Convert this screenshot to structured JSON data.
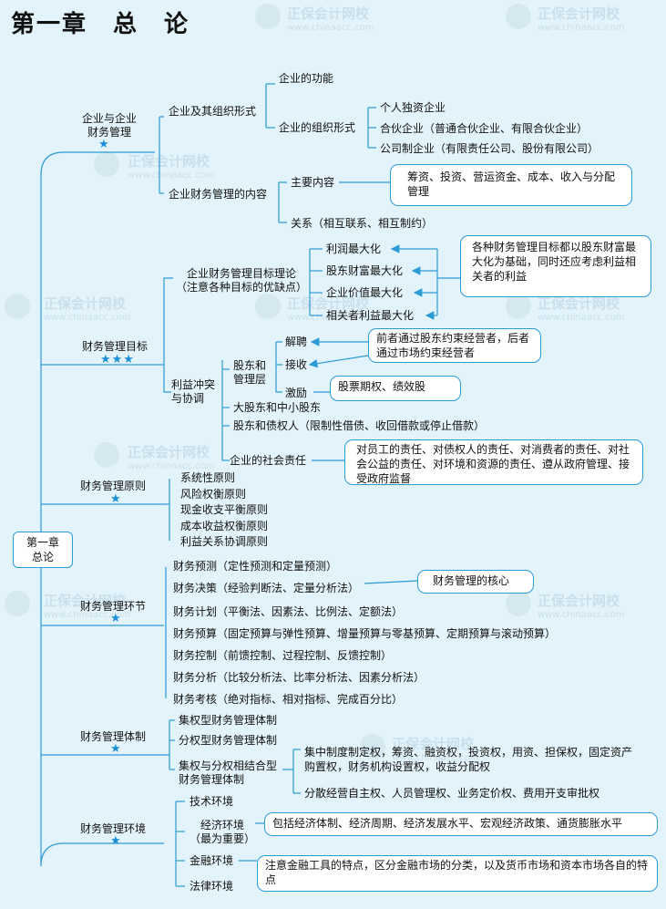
{
  "title": "第一章　总　论",
  "root": "第一章\n总论",
  "watermark": {
    "name": "正保会计网校",
    "url": "www.chinaacc.com"
  },
  "sections": {
    "s1": {
      "label": "企业与企业\n财务管理",
      "stars": "★"
    },
    "s2": {
      "label": "财务管理目标",
      "stars": "★★★"
    },
    "s3": {
      "label": "财务管理原则",
      "stars": "★"
    },
    "s4": {
      "label": "财务管理环节",
      "stars": "★"
    },
    "s5": {
      "label": "财务管理体制",
      "stars": "★"
    },
    "s6": {
      "label": "财务管理环境",
      "stars": "★"
    }
  },
  "n1": {
    "org": "企业及其组织形式",
    "function": "企业的功能",
    "org_forms": "企业的组织形式",
    "forms": [
      "个人独资企业",
      "合伙企业（普通合伙企业、有限合伙企业）",
      "公司制企业（有限责任公司、股份有限公司）"
    ],
    "content": "企业财务管理的内容",
    "main": "主要内容",
    "main_box": "筹资、投资、营运资金、成本、收入与分配管理",
    "relation": "关系（相互联系、相互制约）"
  },
  "n2": {
    "theory": "企业财务管理目标理论\n（注意各种目标的优缺点）",
    "goals": [
      "利润最大化",
      "股东财富最大化",
      "企业价值最大化",
      "相关者利益最大化"
    ],
    "goals_box": "各种财务管理目标都以股东财富最大化为基础，同时还应考虑利益相关者的利益",
    "conflict": "利益冲突\n与协调",
    "sm": "股东和\n管理层",
    "dismiss": "解聘",
    "takeover": "接收",
    "dt_box": "前者通过股东约束经营者，后者通过市场约束经营者",
    "incentive": "激励",
    "incentive_box": "股票期权、绩效股",
    "big_small": "大股东和中小股东",
    "creditor": "股东和债权人（限制性借债、收回借款或停止借款）",
    "csr": "企业的社会责任",
    "csr_box": "对员工的责任、对债权人的责任、对消费者的责任、对社会公益的责任、对环境和资源的责任、遵从政府管理、接受政府监督"
  },
  "n3": {
    "items": [
      "系统性原则",
      "风险权衡原则",
      "现金收支平衡原则",
      "成本收益权衡原则",
      "利益关系协调原则"
    ]
  },
  "n4": {
    "items": [
      "财务预测（定性预测和定量预测）",
      "财务决策（经验判断法、定量分析法）",
      "财务计划（平衡法、因素法、比例法、定额法）",
      "财务预算（固定预算与弹性预算、增量预算与零基预算、定期预算与滚动预算）",
      "财务控制（前馈控制、过程控制、反馈控制）",
      "财务分析（比较分析法、比率分析法、因素分析法）",
      "财务考核（绝对指标、相对指标、完成百分比）"
    ],
    "core_box": "财务管理的核心"
  },
  "n5": {
    "items": [
      "集权型财务管理体制",
      "分权型财务管理体制",
      "集权与分权相结合型\n财务管理体制"
    ],
    "central": "集中制度制定权，筹资、融资权，投资权，用资、担保权，固定资产购置权，财务机构设置权，收益分配权",
    "decentral": "分散经营自主权、人员管理权、业务定价权、费用开支审批权"
  },
  "n6": {
    "tech": "技术环境",
    "econ": "经济环境\n（最为重要）",
    "econ_box": "包括经济体制、经济周期、经济发展水平、宏观经济政策、通货膨胀水平",
    "fin": "金融环境",
    "fin_box": "注意金融工具的特点，区分金融市场的分类，以及货币市场和资本市场各自的特点",
    "law": "法律环境"
  }
}
